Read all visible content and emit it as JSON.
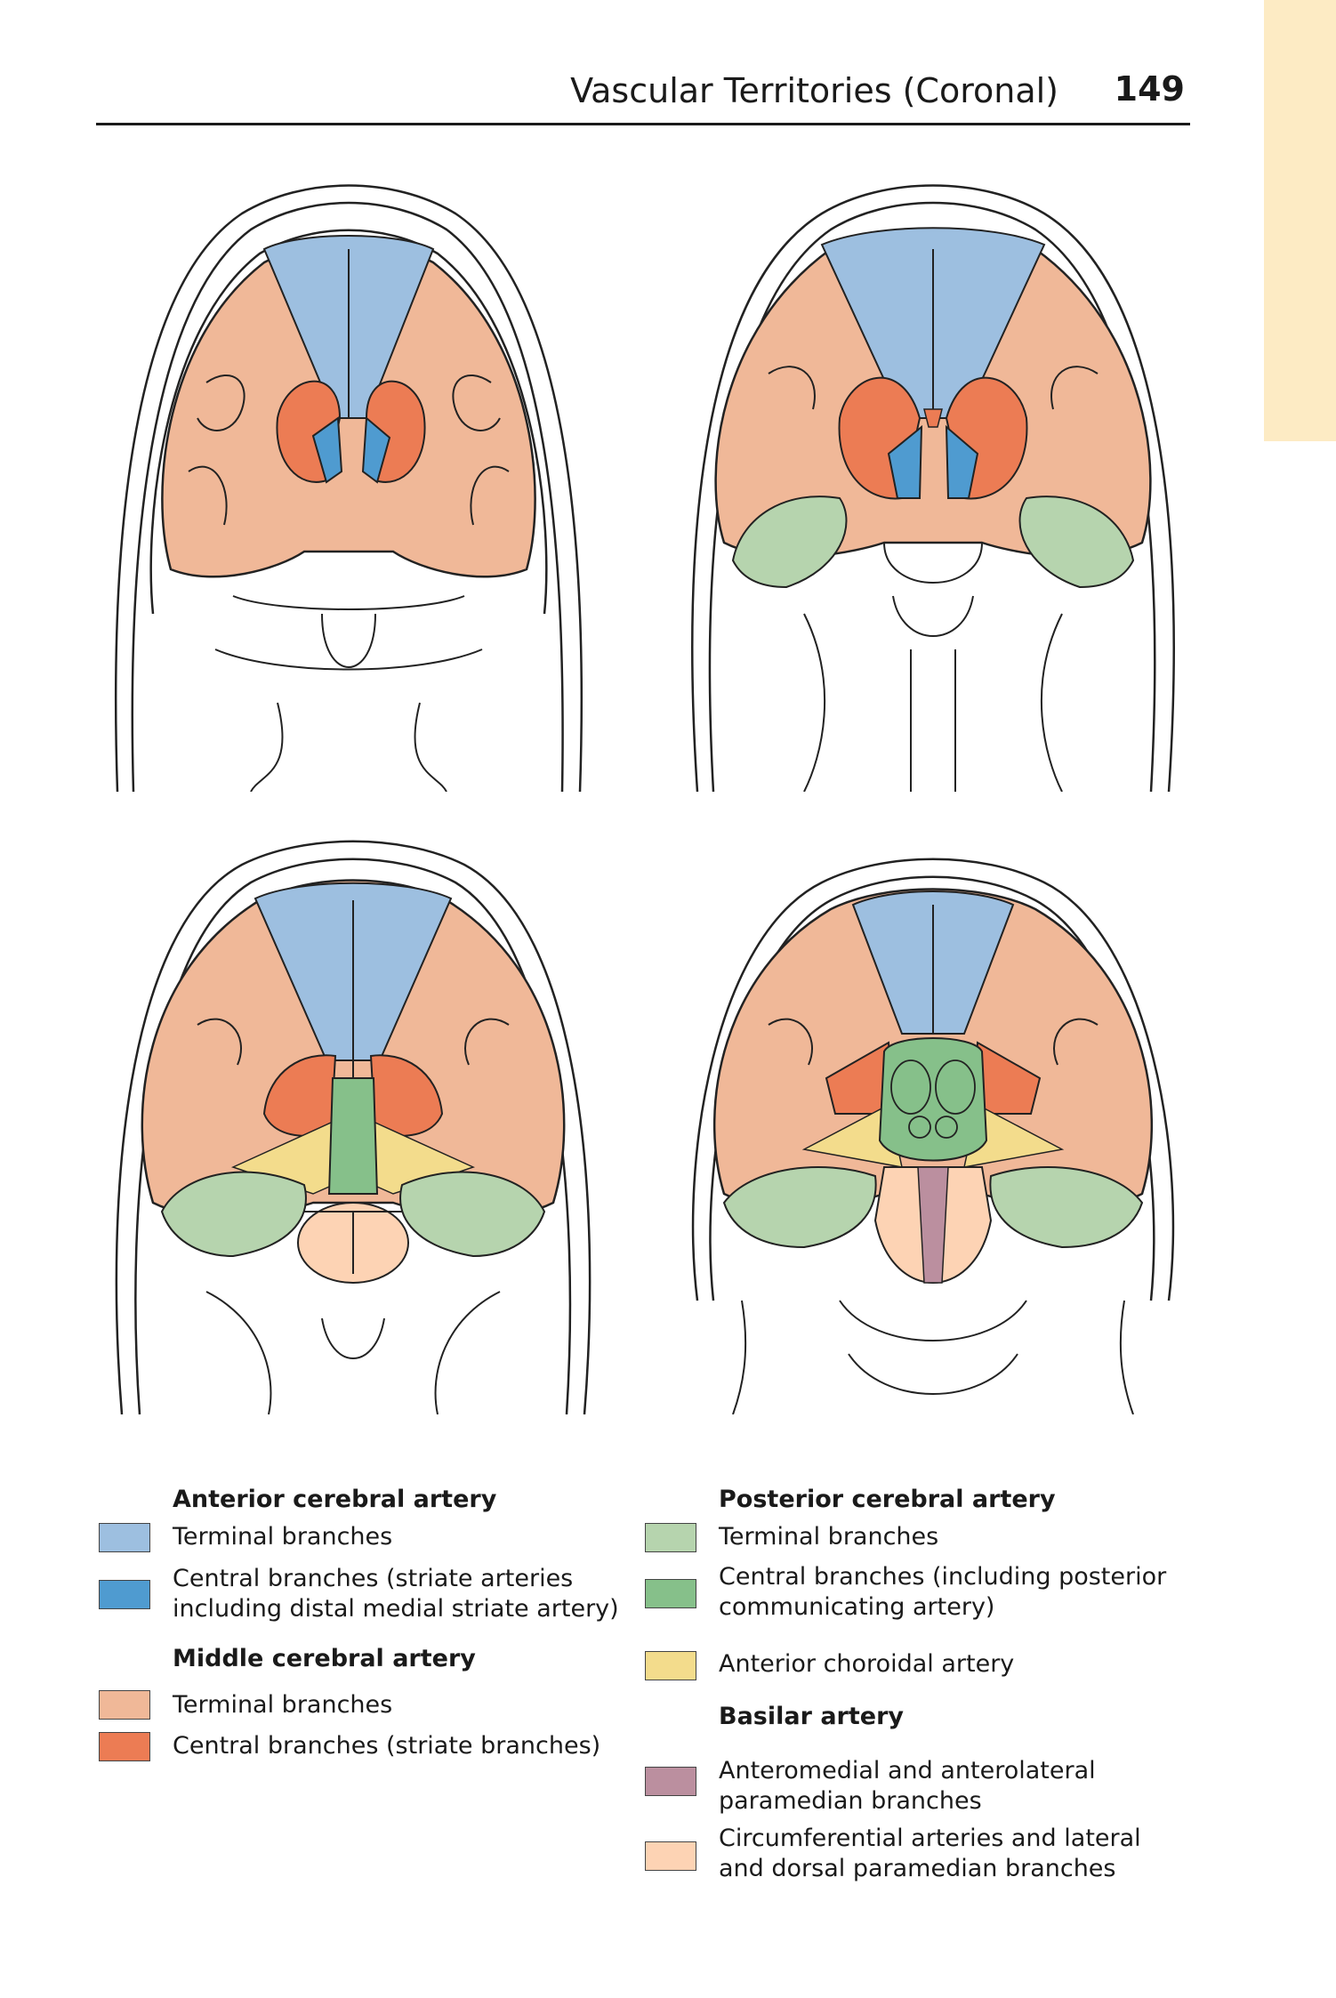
{
  "header": {
    "title": "Vascular Territories (Coronal)",
    "page_number": "149"
  },
  "colors": {
    "aca_terminal": "#9dbfe0",
    "aca_central": "#4f9bd0",
    "mca_terminal": "#f0b898",
    "mca_central": "#ec7c54",
    "pca_terminal": "#b6d4ae",
    "pca_central": "#86c08a",
    "ant_choroidal": "#f3dc8c",
    "basilar_paramedian": "#bb8f9f",
    "basilar_circumferential": "#fdd3b4",
    "tab": "#fdebc4"
  },
  "legend": {
    "aca": {
      "title": "Anterior cerebral artery",
      "terminal": "Terminal branches",
      "central_line1": "Central branches (striate arteries",
      "central_line2": "including distal medial striate artery)"
    },
    "mca": {
      "title": "Middle cerebral artery",
      "terminal": "Terminal branches",
      "central": "Central branches (striate branches)"
    },
    "pca": {
      "title": "Posterior cerebral artery",
      "terminal": "Terminal branches",
      "central_line1": "Central branches (including posterior",
      "central_line2": "communicating artery)"
    },
    "ant_choroidal": {
      "label": "Anterior choroidal artery"
    },
    "basilar": {
      "title": "Basilar artery",
      "paramedian_line1": "Anteromedial and anterolateral",
      "paramedian_line2": "paramedian branches",
      "circumferential_line1": "Circumferential arteries and lateral",
      "circumferential_line2": "and dorsal paramedian branches"
    }
  }
}
